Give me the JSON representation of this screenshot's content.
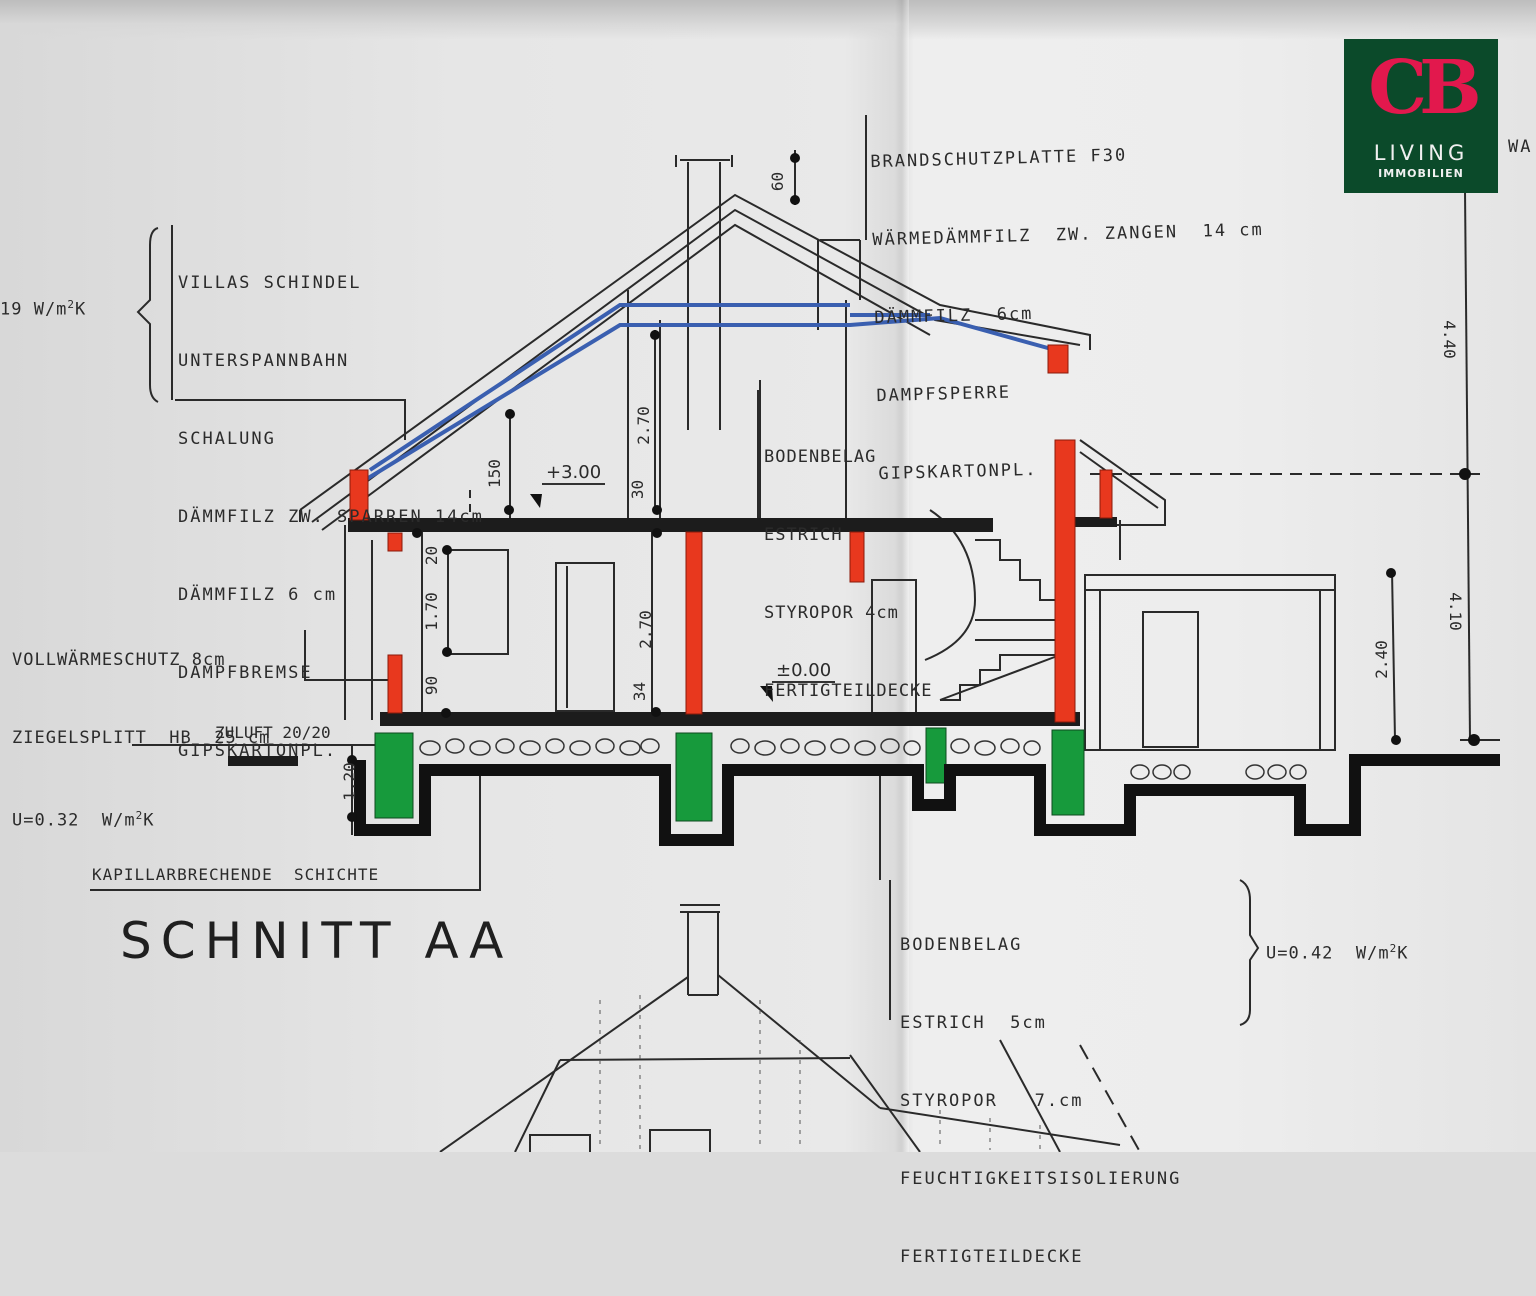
{
  "drawing": {
    "title": "SCHNITT AA",
    "type": "architectural section drawing (photographed blueprint)"
  },
  "logo": {
    "monogram": "CB",
    "line1": "LIVING",
    "line2": "IMMOBILIEN",
    "bg_color": "#0b4a2a",
    "monogram_color": "#e2184d"
  },
  "annotations": {
    "roof_left": {
      "u_value": "19 W/m²K",
      "u_prefix": "19 W/m",
      "u_sup": "2",
      "u_suffix": "K",
      "layers": [
        "VILLAS SCHINDEL",
        "UNTERSPANNBAHN",
        "SCHALUNG",
        "DÄMMFILZ ZW. SPARREN 14cm",
        "DÄMMFILZ 6 cm",
        "DAMPFBREMSE",
        "GIPSKARTONPL."
      ]
    },
    "roof_right": {
      "layers": [
        "BRANDSCHUTZPLATTE F30",
        "WÄRMEDÄMMFILZ  ZW. ZANGEN  14 cm",
        "DÄMMFILZ  6cm",
        "DAMPFSPERRE",
        "GIPSKARTONPL."
      ],
      "edge_text": "WA"
    },
    "ceiling": {
      "layers": [
        "BODENBELAG",
        "ESTRICH",
        "STYROPOR 4cm",
        "FERTIGTEILDECKE"
      ]
    },
    "wall": {
      "layers": [
        "VOLLWÄRMESCHUTZ 8cm",
        "ZIEGELSPLITT  HB  25 cm"
      ],
      "u_prefix": "U=0.32  W/m",
      "u_sup": "2",
      "u_suffix": "K"
    },
    "floor": {
      "layers": [
        "BODENBELAG",
        "ESTRICH  5cm",
        "STYROPOR   7.cm",
        "FEUCHTIGKEITSISOLIERUNG",
        "FERTIGTEILDECKE"
      ],
      "u_prefix": "U=0.42  W/m",
      "u_sup": "2",
      "u_suffix": "K"
    },
    "zuluft": "ZULUFT 20/20",
    "kapillar": "KAPILLARBRECHENDE  SCHICHTE"
  },
  "dimensions": {
    "chimney_top": "60",
    "upper_150": "150",
    "upper_270": "2.70",
    "upper_30": "30",
    "level_upper": "+3.00",
    "level_ground": "±0.00",
    "window_20": "20",
    "window_170": "1.70",
    "window_90": "90",
    "lower_270": "2.70",
    "lower_34": "34",
    "foundation_120": "1.20",
    "right_440": "4.40",
    "right_410": "4.10",
    "right_240": "2.40"
  },
  "colors": {
    "masonry_red": "#e8381e",
    "foundation_green": "#179a3c",
    "insulation_blue": "#3a5fb0",
    "ink": "#1c1c1c"
  }
}
